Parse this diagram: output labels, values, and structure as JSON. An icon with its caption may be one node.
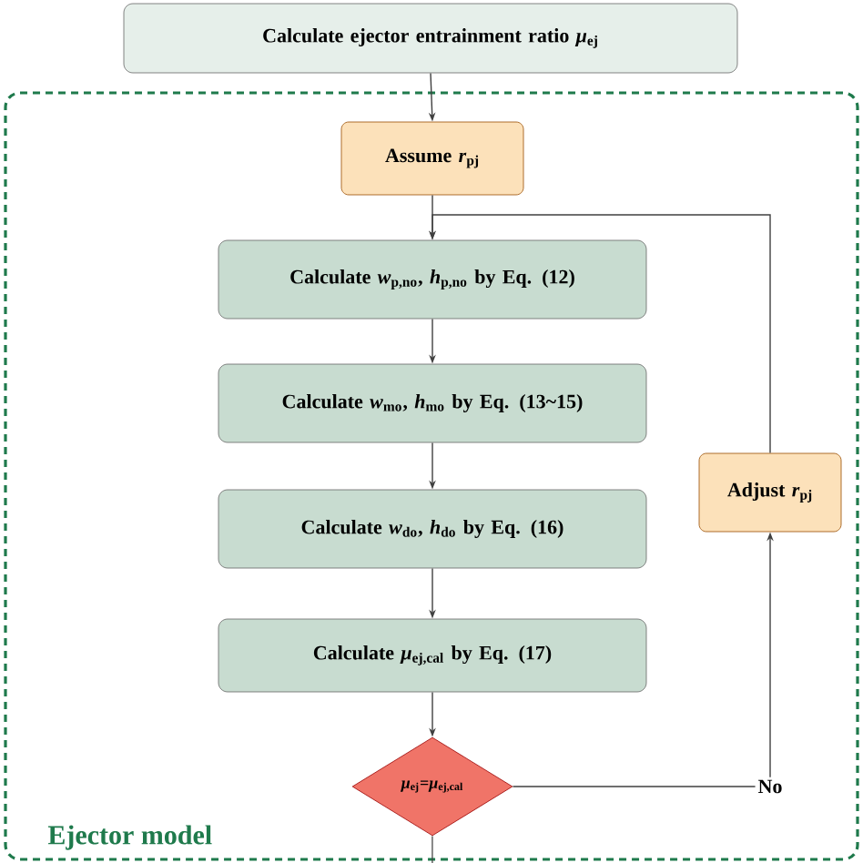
{
  "diagram": {
    "nodes": [
      {
        "text": [
          "Calculate ejector entrainment ratio *μ*$_{ej}$"
        ]
      },
      {
        "text": [
          "Ejector model"
        ]
      },
      {
        "text": [
          "Assume *r*$_{pj}$"
        ],
        "in": 1
      },
      {
        "text": [
          "Calculate *w*$_{p,no}$, *h*$_{p,no}$ by Eq. (12)"
        ],
        "in": 1
      },
      {
        "text": [
          "Calculate *w*$_{mo}$, *h*$_{mo}$ by Eq. (13~15)"
        ],
        "in": 1
      },
      {
        "text": [
          "Calculate *w*$_{do}$, *h*$_{do}$ by Eq. (16)"
        ],
        "in": 1
      },
      {
        "text": [
          "Calculate *μ*$_{ej,cal}$ by Eq. (17)"
        ],
        "in": 1
      },
      {
        "text": [
          "*μ*$_{ej}$=*μ*$_{ej,cal}$"
        ],
        "in": 1
      },
      {
        "text": [
          "Adjust *r*$_{pj}$"
        ],
        "in": 1
      }
    ],
    "edges": [
      {
        "from": 0,
        "to": 2,
        "arrow": "to"
      },
      {
        "from": 2,
        "to": 3,
        "arrow": "to"
      },
      {
        "from": 3,
        "to": 4,
        "arrow": "to"
      },
      {
        "from": 4,
        "to": 5,
        "arrow": "to"
      },
      {
        "from": 5,
        "to": 6,
        "arrow": "to"
      },
      {
        "from": 6,
        "to": 7,
        "arrow": "to"
      },
      {
        "from": 7,
        "to": 8,
        "arrow": "to",
        "label": "No"
      },
      {
        "from": 8,
        "to": 3,
        "arrow": "to"
      },
      {
        "from": 7,
        "to": null,
        "arrow": "none"
      }
    ]
  }
}
